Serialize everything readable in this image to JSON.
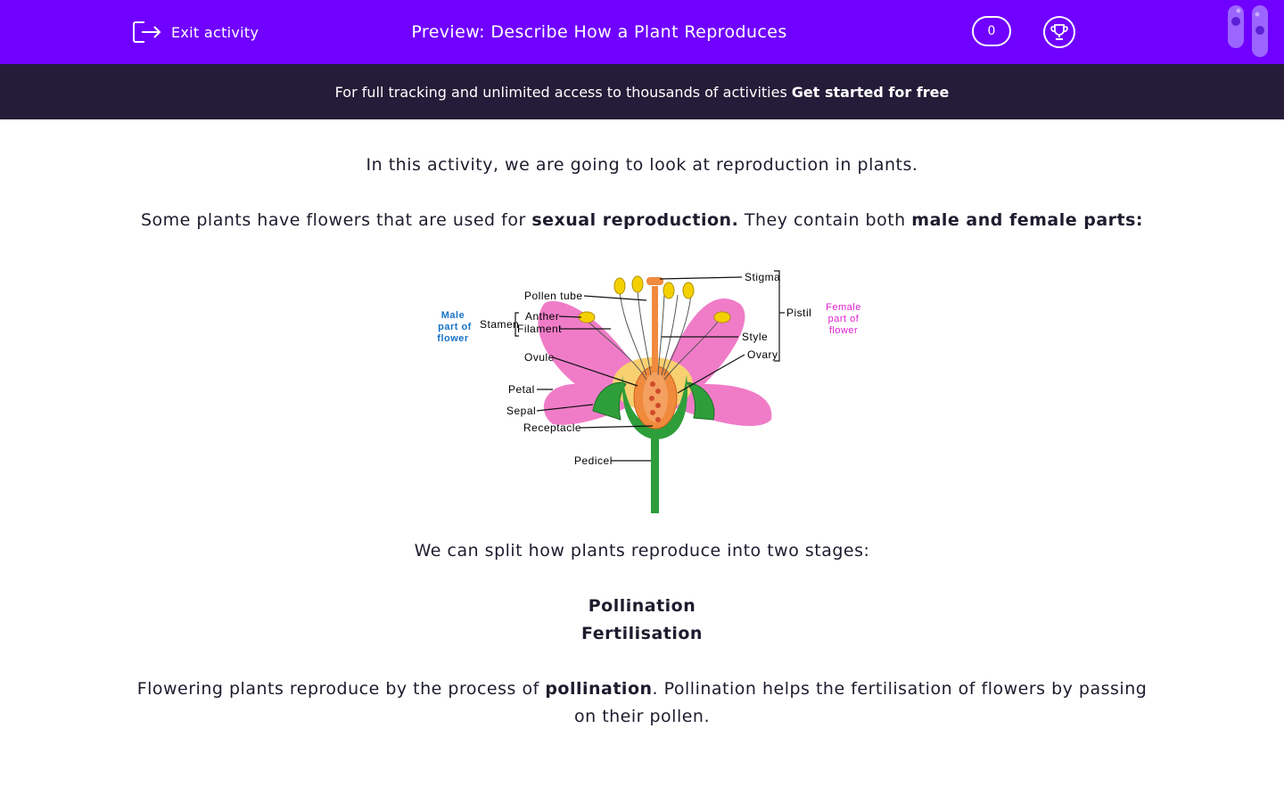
{
  "header": {
    "exit_label": "Exit activity",
    "title": "Preview: Describe How a Plant Reproduces",
    "score": "0"
  },
  "banner": {
    "text": "For full tracking and unlimited access to thousands of activities",
    "cta": "Get started for free"
  },
  "content": {
    "intro": "In this activity, we are going to look at reproduction in plants.",
    "p2_a": "Some plants have flowers that are used for ",
    "p2_b": "sexual reproduction.",
    "p2_c": " They contain both ",
    "p2_d": "male and female parts:",
    "stages_intro": "We can split how plants reproduce into two stages:",
    "stage1": "Pollination",
    "stage2": "Fertilisation",
    "p4_a": "Flowering plants reproduce by the process of ",
    "p4_b": "pollination",
    "p4_c": ".  Pollination helps the fertilisation of flowers by passing on their pollen."
  },
  "diagram": {
    "labels": {
      "stigma": "Stigma",
      "pollen_tube": "Pollen tube",
      "anther": "Anther",
      "filament": "Filament",
      "stamen": "Stamen",
      "pistil": "Pistil",
      "style": "Style",
      "ovary": "Ovary",
      "ovule": "Ovule",
      "petal": "Petal",
      "sepal": "Sepal",
      "receptacle": "Receptacle",
      "pedicel": "Pedicel",
      "male_1": "Male",
      "male_2": "part of",
      "male_3": "flower",
      "female_1": "Female",
      "female_2": "part of",
      "female_3": "flower"
    },
    "colors": {
      "male": "#1a73c8",
      "female": "#e020d0",
      "petal": "#f07cc8",
      "sepal": "#2e9e3a",
      "ovary": "#f08a3c",
      "anther": "#f5d000"
    }
  }
}
